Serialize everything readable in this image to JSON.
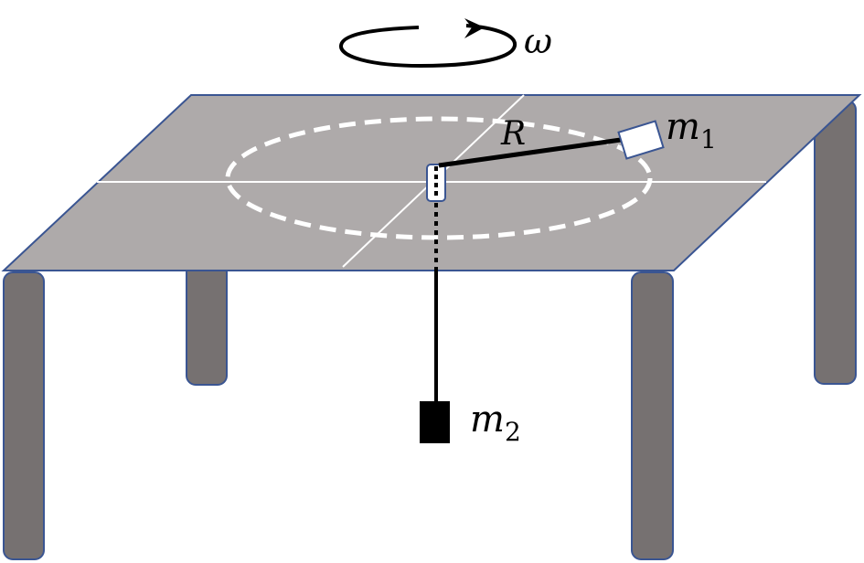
{
  "labels": {
    "omega": "ω",
    "radius": "R",
    "mass1_base": "m",
    "mass1_sub": "1",
    "mass2_base": "m",
    "mass2_sub": "2"
  },
  "colors": {
    "tabletop": "#aeaaaa",
    "table_edge": "#3a5592",
    "legs": "#767171",
    "circle_path": "#ffffff",
    "string": "#000000",
    "mass1_fill": "#ffffff",
    "mass2_fill": "#000000"
  }
}
